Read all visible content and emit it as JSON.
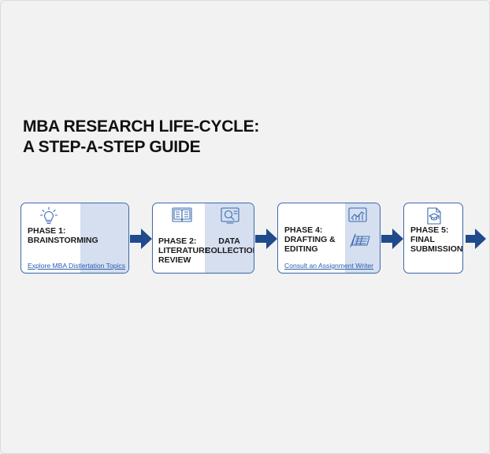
{
  "title": {
    "line1": "MBA RESEARCH LIFE-CYCLE:",
    "line2": "A STEP-A-STEP GUIDE"
  },
  "colors": {
    "accent": "#1f4a8c",
    "card_border": "#3b6ab0",
    "card_shade": "#d5dff0",
    "link": "#2a5cb0",
    "background": "#f2f2f2"
  },
  "cards": [
    {
      "phase_label": "PHASE 1:",
      "name_line1": "BRAINSTORMING",
      "icon": "lightbulb-icon",
      "link_text": "Explore MBA Distlertation Topics"
    },
    {
      "phase_label": "PHASE 2:",
      "name_line1": "LITERATURE",
      "name_line2": "REVIEW",
      "icon": "book-icon",
      "secondary_line1": "DATA",
      "secondary_line2": "COLLECTION",
      "secondary_icon": "magnifier-chart-icon"
    },
    {
      "phase_label": "PHASE 4:",
      "name_line1": "DRAFTING &",
      "name_line2": "EDITING",
      "icon": "line-chart-icon",
      "secondary_icon": "keyboard-pen-icon",
      "link_text": "Consult an Assignment Writer"
    },
    {
      "phase_label": "PHASE 5:",
      "name_line1": "FINAL",
      "name_line2": "SUBMISSION",
      "icon": "graduation-document-icon"
    }
  ]
}
